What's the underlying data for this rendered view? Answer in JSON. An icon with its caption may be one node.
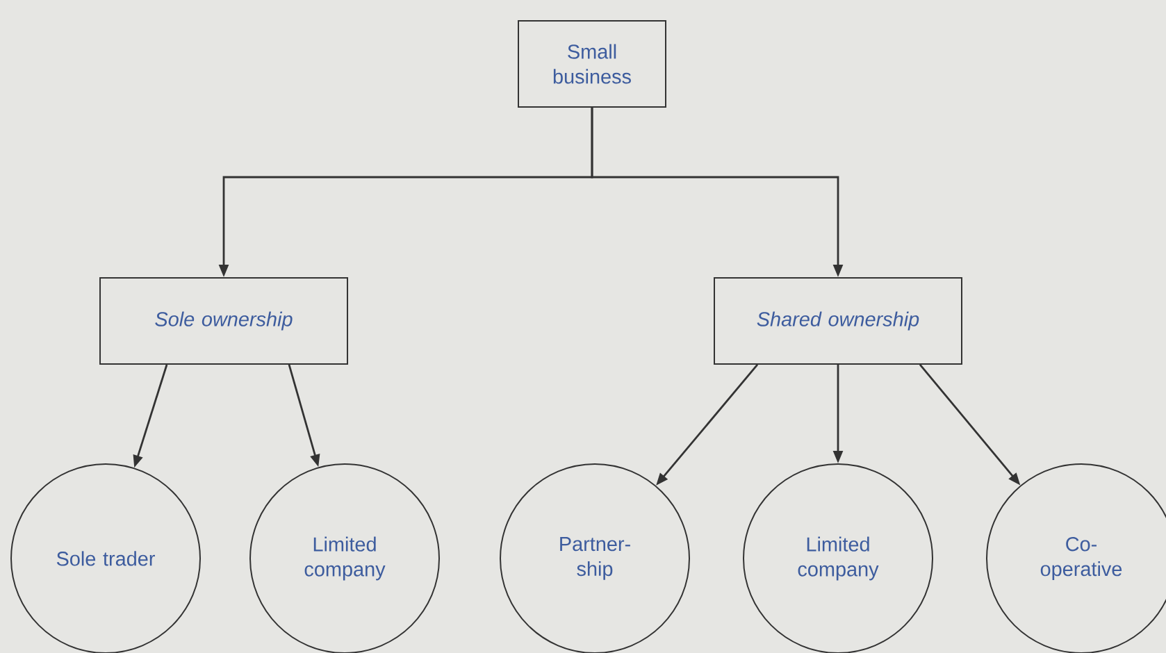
{
  "diagram": {
    "nodes": [
      {
        "text": [
          "Small business"
        ]
      },
      {
        "text": [
          "Sole ownership"
        ]
      },
      {
        "text": [
          "Shared ownership"
        ]
      },
      {
        "text": [
          "Sole trader"
        ]
      },
      {
        "text": [
          "Limited company"
        ]
      },
      {
        "text": [
          "Partner- ship"
        ]
      },
      {
        "text": [
          "Limited company"
        ]
      },
      {
        "text": [
          "Co- operative"
        ]
      }
    ],
    "edges": [
      {
        "from": 0,
        "to": 1,
        "arrow": "to"
      },
      {
        "from": 0,
        "to": 2,
        "arrow": "to"
      },
      {
        "from": 1,
        "to": 3,
        "arrow": "to"
      },
      {
        "from": 1,
        "to": 4,
        "arrow": "to"
      },
      {
        "from": 2,
        "to": 5,
        "arrow": "to"
      },
      {
        "from": 2,
        "to": 6,
        "arrow": "to"
      },
      {
        "from": 2,
        "to": 7,
        "arrow": "to"
      }
    ]
  }
}
